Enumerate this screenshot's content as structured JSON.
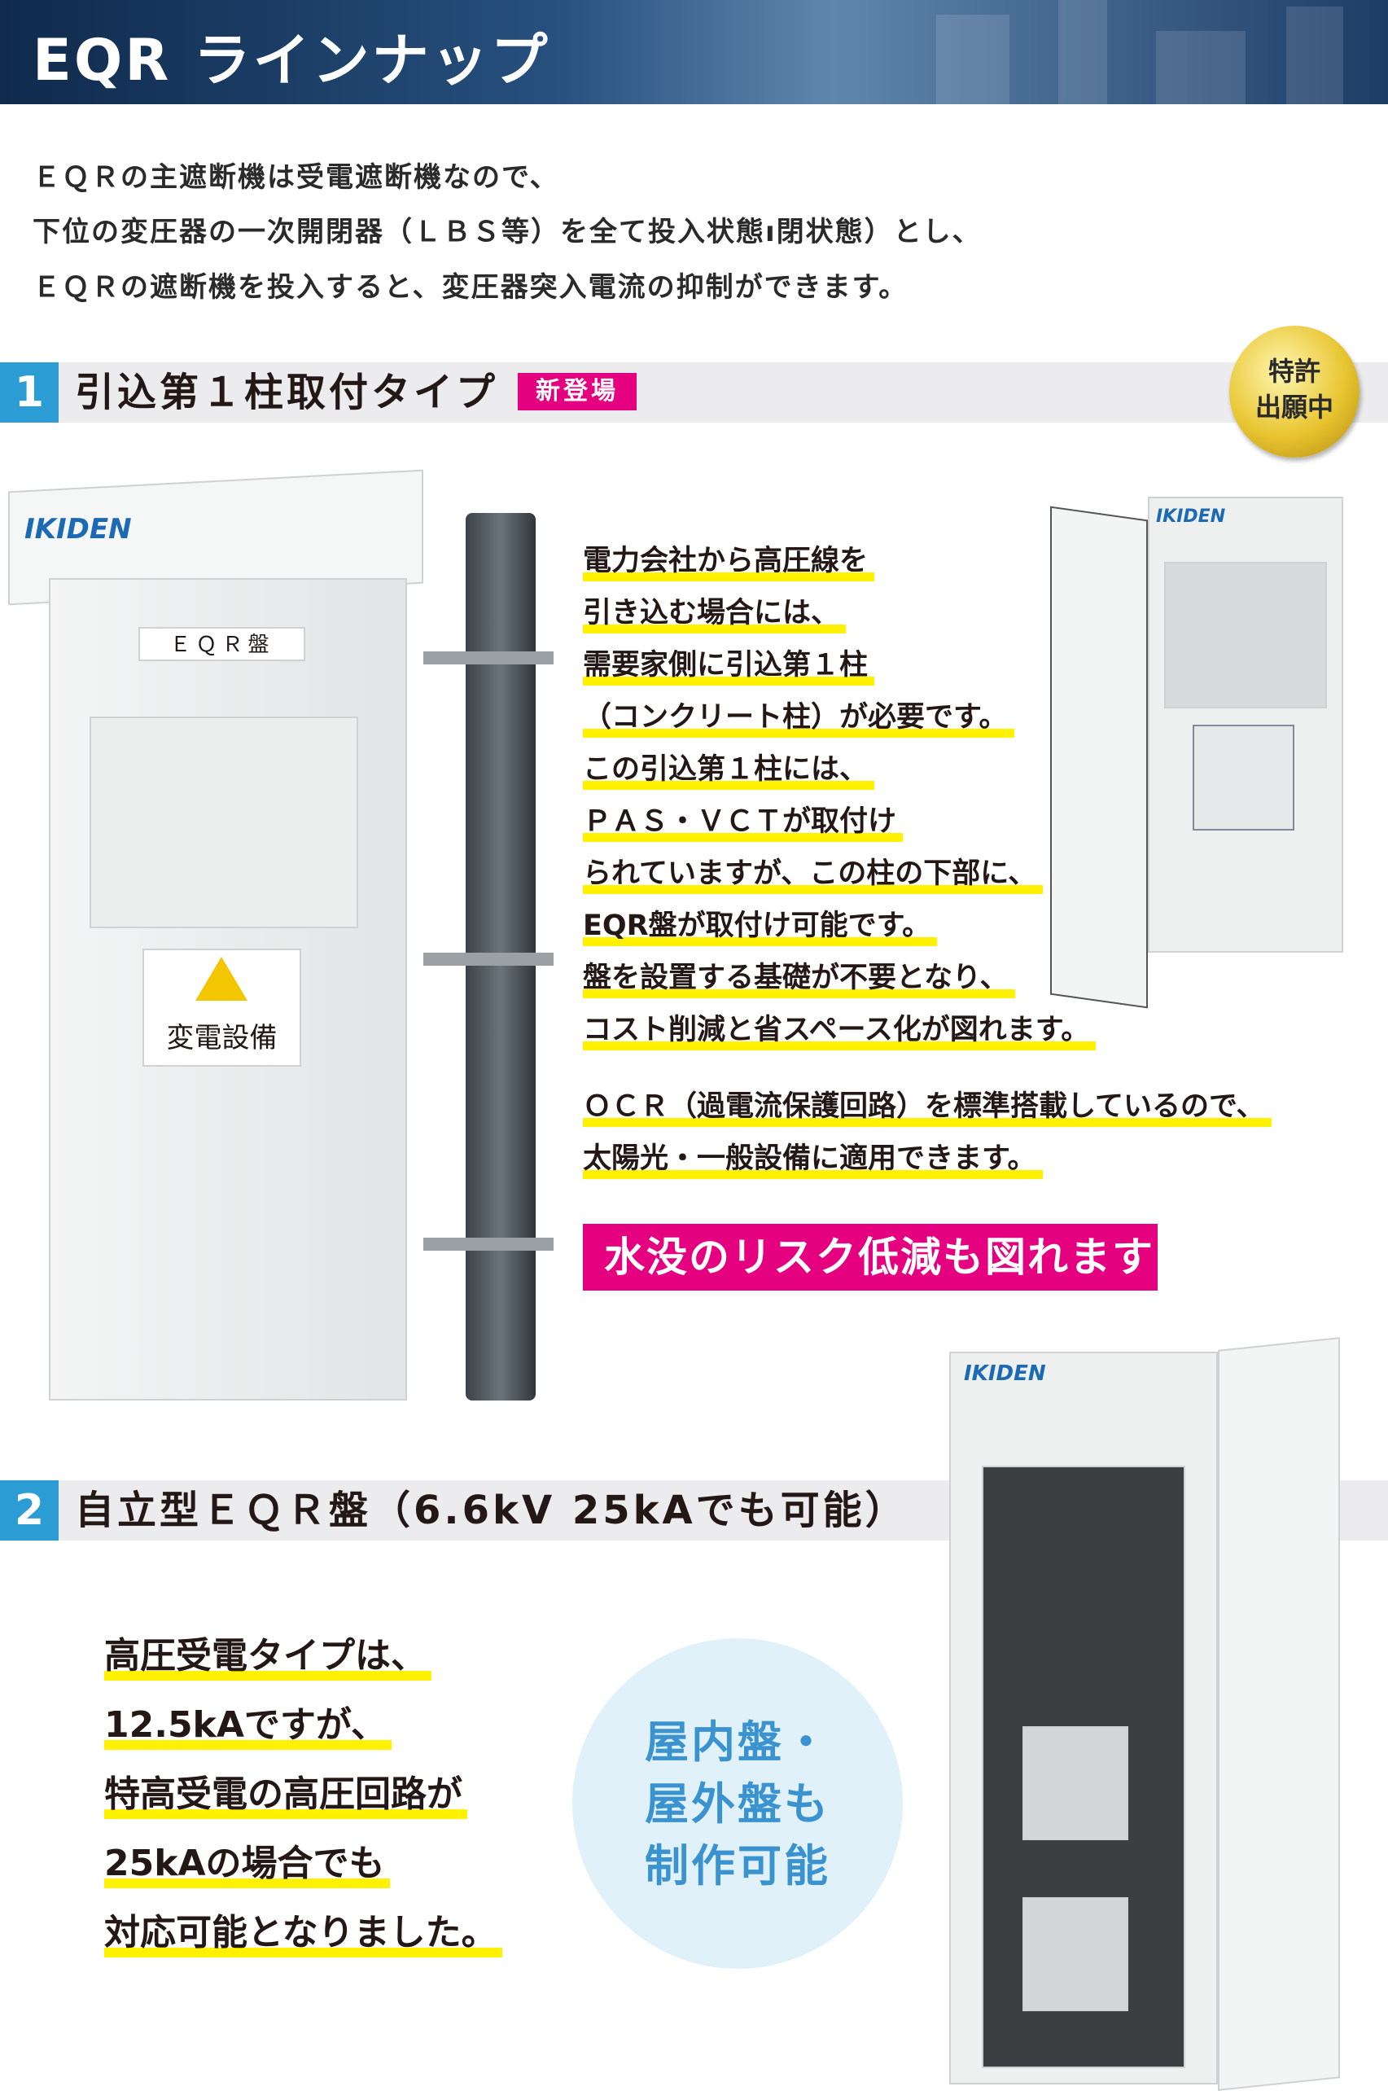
{
  "header": {
    "title": "EQR ラインナップ"
  },
  "intro": [
    "ＥＱＲの主遮断機は受電遮断機なので、",
    "下位の変圧器の一次開閉器（ＬＢＳ等）を全て投入状態ı閉状態）とし、",
    "ＥＱＲの遮断機を投入すると、変圧器突入電流の抑制ができます。"
  ],
  "section1": {
    "number": "1",
    "title": "引込第１柱取付タイプ",
    "badge": "新登場",
    "patent_badge": [
      "特許",
      "出願中"
    ],
    "lines": [
      "電力会社から高圧線を",
      "引き込む場合には、",
      "需要家側に引込第１柱",
      "（コンクリート柱）が必要です。",
      "この引込第１柱には、",
      "ＰＡＳ・ＶＣＴが取付け",
      "られていますが、この柱の下部に、",
      "EQR盤が取付け可能です。",
      "盤を設置する基礎が不要となり、",
      "コスト削減と省スペース化が図れます。"
    ],
    "lines2": [
      "ＯＣＲ（過電流保護回路）を標準搭載しているので、",
      "太陽光・一般設備に適用できます。"
    ],
    "callout": "水没のリスク低減も図れます",
    "photo_labels": {
      "logo": "IKIDEN",
      "panel_name": "ＥＱＲ盤",
      "warning_sign": "変電設備"
    }
  },
  "section2": {
    "number": "2",
    "title": "自立型ＥＱＲ盤（6.6kV 25kAでも可能）",
    "lines": [
      "高圧受電タイプは、",
      "12.5kAですが、",
      "特高受電の高圧回路が",
      "25kAの場合でも",
      "対応可能となりました。"
    ],
    "circle": [
      "屋内盤・",
      "屋外盤も",
      "制作可能"
    ],
    "photo_labels": {
      "logo": "IKIDEN"
    }
  },
  "colors": {
    "accent_blue": "#2c9cd4",
    "pink": "#e4007f",
    "highlight": "#fff100"
  }
}
